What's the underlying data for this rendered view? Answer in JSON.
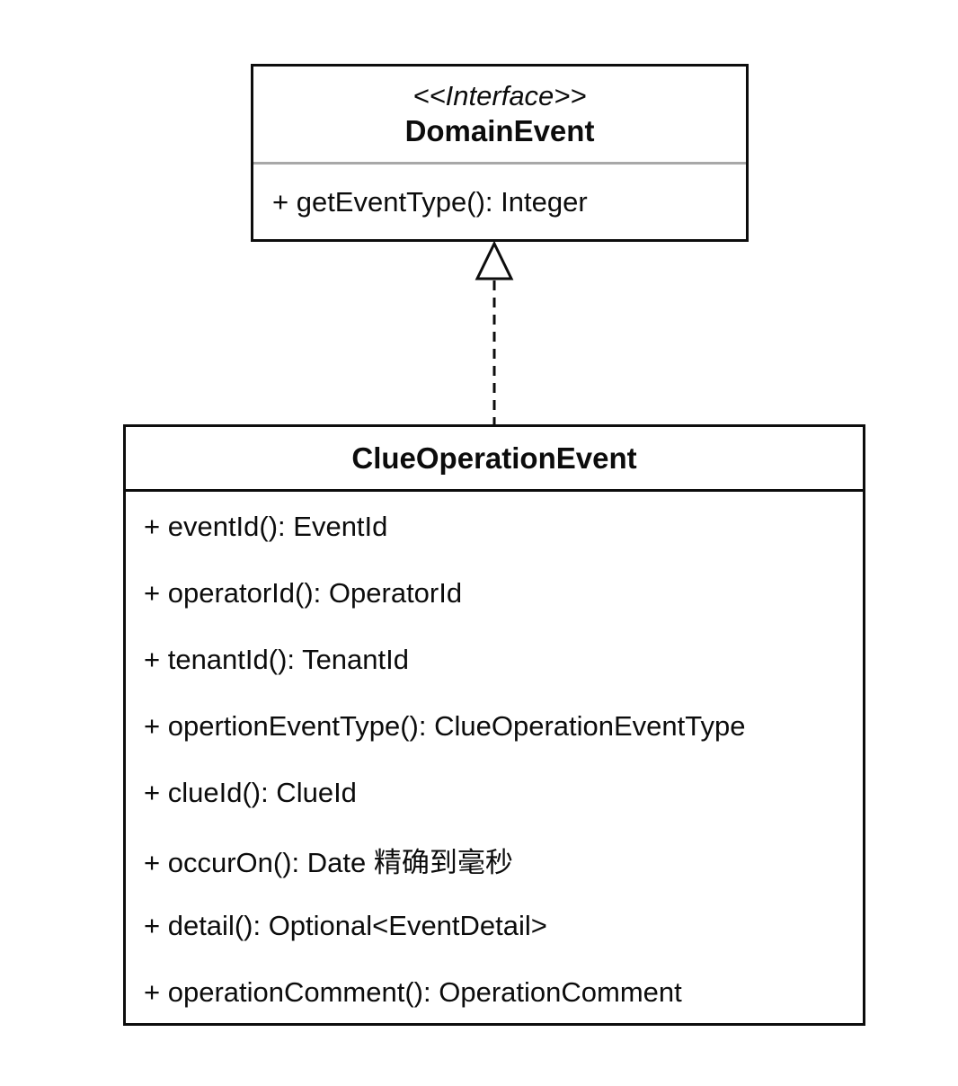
{
  "diagram": {
    "interface": {
      "stereotype": "<<Interface>>",
      "name": "DomainEvent",
      "methods": [
        "+ getEventType(): Integer"
      ]
    },
    "class": {
      "name": "ClueOperationEvent",
      "methods": [
        "+ eventId(): EventId",
        "+ operatorId(): OperatorId",
        "+ tenantId(): TenantId",
        "+ opertionEventType(): ClueOperationEventType",
        "+ clueId(): ClueId",
        "+ occurOn(): Date 精确到毫秒",
        "+ detail(): Optional<EventDetail>",
        "+ operationComment(): OperationComment"
      ]
    },
    "relationship": {
      "type": "realization",
      "style": "dashed-line-hollow-triangle",
      "from": "ClueOperationEvent",
      "to": "DomainEvent"
    },
    "colors": {
      "background": "#ffffff",
      "border": "#0d0d0d",
      "interface_divider": "#a8a8a8",
      "text": "#0c0c0c"
    }
  }
}
